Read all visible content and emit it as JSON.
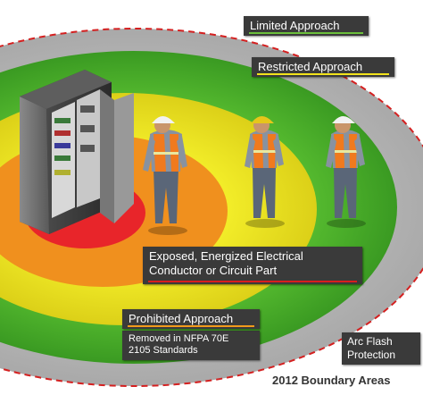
{
  "labels": {
    "limited": "Limited Approach",
    "restricted": "Restricted Approach",
    "exposed_line1": "Exposed, Energized Electrical",
    "exposed_line2": "Conductor or Circuit Part",
    "prohibited": "Prohibited Approach",
    "prohibited_note_line1": "Removed in NFPA 70E",
    "prohibited_note_line2": "2105 Standards",
    "arc_line1": "Arc Flash",
    "arc_line2": "Protection"
  },
  "footer": {
    "title": "2012 Boundary Areas"
  },
  "colors": {
    "arc_flash_zone": "#bdbdbd",
    "limited_zone": "#4caf2e",
    "restricted_zone": "#e8e21c",
    "prohibited_zone": "#f0901e",
    "exposed_zone": "#e8252a",
    "label_background": "#3a3a3a",
    "boundary_dash": "#d42020"
  }
}
